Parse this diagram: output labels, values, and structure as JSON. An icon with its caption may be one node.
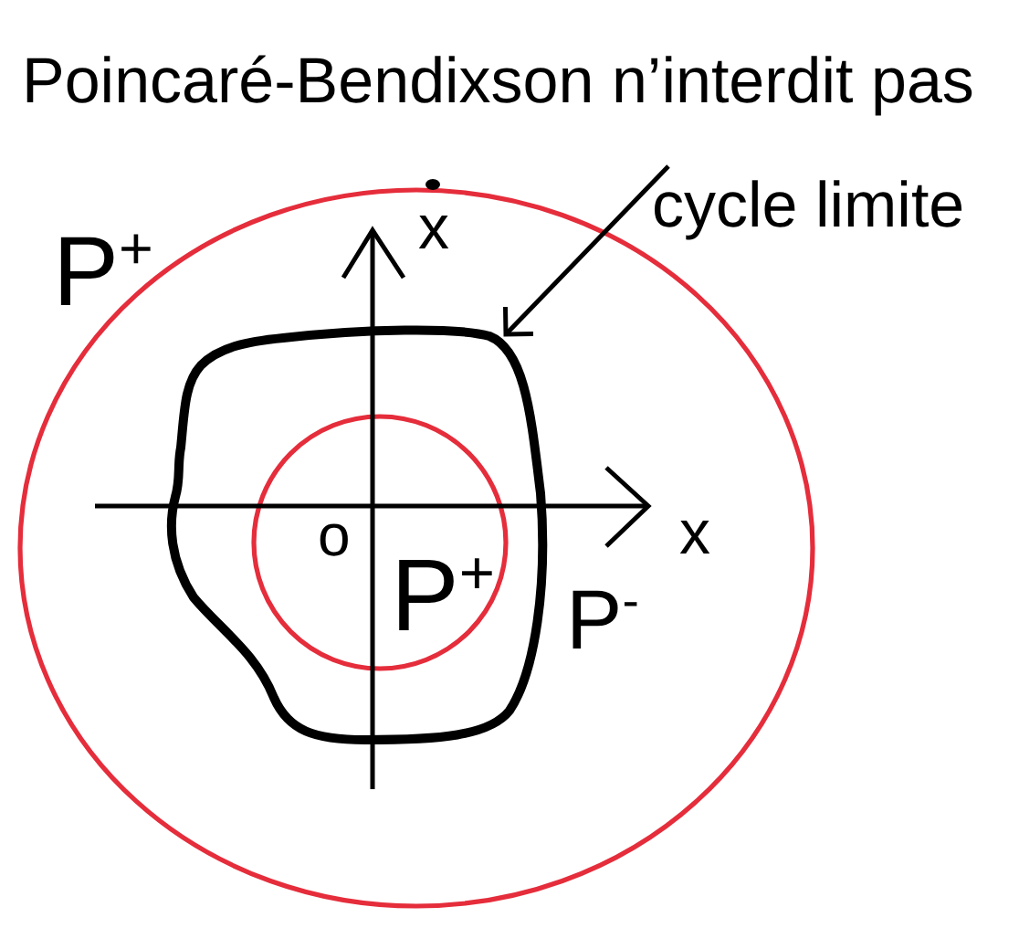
{
  "diagram": {
    "title": "Poincaré-Bendixson n’interdit pas",
    "nodes": [
      {
        "text": [
          "cycle limite"
        ]
      },
      {
        "text": [],
        "shape": "loop"
      }
    ],
    "edges": [
      {
        "from": 0,
        "to": 1,
        "arrow": "to"
      }
    ],
    "labels": [
      "P$^{+}$",
      "x",
      "o",
      "P$^{+}$",
      "P$^{-}$",
      "x"
    ]
  }
}
